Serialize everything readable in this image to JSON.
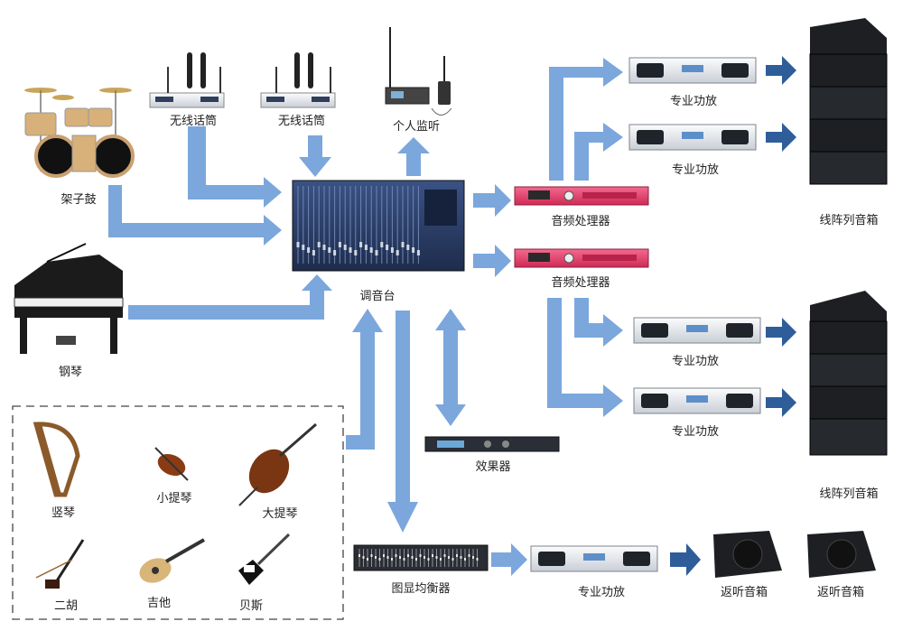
{
  "labels": {
    "drum_kit": "架子鼓",
    "wireless_mic_1": "无线话筒",
    "wireless_mic_2": "无线话筒",
    "personal_monitor": "个人监听",
    "piano": "钢琴",
    "mixer": "调音台",
    "audio_processor_1": "音频处理器",
    "audio_processor_2": "音频处理器",
    "amplifier_1": "专业功放",
    "amplifier_2": "专业功放",
    "amplifier_3": "专业功放",
    "amplifier_4": "专业功放",
    "amplifier_5": "专业功放",
    "line_array_1": "线阵列音箱",
    "line_array_2": "线阵列音箱",
    "effects_unit": "效果器",
    "graphic_equalizer": "图显均衡器",
    "monitor_speaker_1": "返听音箱",
    "monitor_speaker_2": "返听音箱",
    "harp": "竖琴",
    "violin": "小提琴",
    "cello": "大提琴",
    "erhu": "二胡",
    "guitar": "吉他",
    "bass": "贝斯"
  },
  "colors": {
    "arrow_light": "#7ba7dc",
    "arrow_dark": "#2f5d9a",
    "mixer_body": "#2b3d63",
    "processor_body": "#e8416f",
    "amp_body": "#e9ebee",
    "speaker_body": "#1d1f22"
  }
}
